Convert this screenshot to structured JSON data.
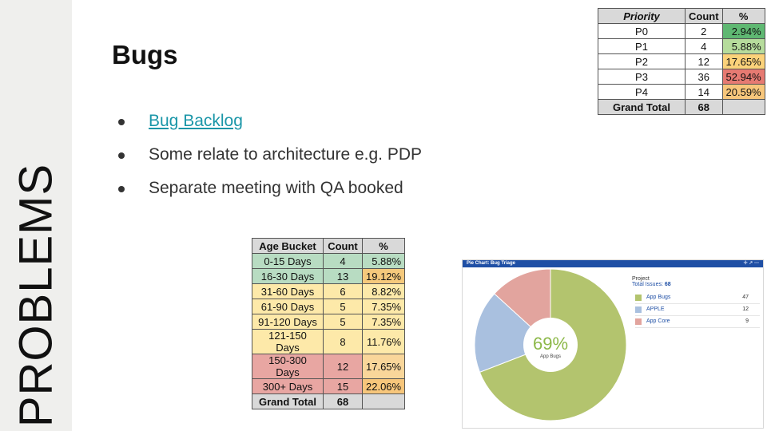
{
  "sidebar": {
    "label": "PROBLEMS"
  },
  "slide": {
    "title": "Bugs",
    "bullets": [
      {
        "text": "Bug Backlog",
        "link": true
      },
      {
        "text": "Some relate to architecture e.g. PDP",
        "link": false
      },
      {
        "text": "Separate meeting with QA booked",
        "link": false
      }
    ]
  },
  "priority_table": {
    "headers": [
      "Priority",
      "Count",
      "%"
    ],
    "rows": [
      {
        "label": "P0",
        "count": "2",
        "pct": "2.94%",
        "color": "#5fb872"
      },
      {
        "label": "P1",
        "count": "4",
        "pct": "5.88%",
        "color": "#b6dc9c"
      },
      {
        "label": "P2",
        "count": "12",
        "pct": "17.65%",
        "color": "#fbd27a"
      },
      {
        "label": "P3",
        "count": "36",
        "pct": "52.94%",
        "color": "#e67a72"
      },
      {
        "label": "P4",
        "count": "14",
        "pct": "20.59%",
        "color": "#f7c67b"
      }
    ],
    "total": {
      "label": "Grand Total",
      "count": "68",
      "pct": ""
    }
  },
  "age_table": {
    "headers": [
      "Age Bucket",
      "Count",
      "%"
    ],
    "rows": [
      {
        "label": "0-15 Days",
        "count": "4",
        "pct": "5.88%",
        "color": "#b8dcc2"
      },
      {
        "label": "16-30 Days",
        "count": "13",
        "pct": "19.12%",
        "color": "#b8dcc2",
        "pct_color": "#f5c97c"
      },
      {
        "label": "31-60 Days",
        "count": "6",
        "pct": "8.82%",
        "color": "#fde9a9"
      },
      {
        "label": "61-90 Days",
        "count": "5",
        "pct": "7.35%",
        "color": "#fde9a9"
      },
      {
        "label": "91-120 Days",
        "count": "5",
        "pct": "7.35%",
        "color": "#fde9a9"
      },
      {
        "label": "121-150 Days",
        "count": "8",
        "pct": "11.76%",
        "color": "#fde9a9"
      },
      {
        "label": "150-300 Days",
        "count": "12",
        "pct": "17.65%",
        "color": "#e8a6a2",
        "pct_color": "#f9d69a"
      },
      {
        "label": "300+ Days",
        "count": "15",
        "pct": "22.06%",
        "color": "#e8a6a2",
        "pct_color": "#f7c67b"
      }
    ],
    "total": {
      "label": "Grand Total",
      "count": "68",
      "pct": ""
    }
  },
  "pie_panel": {
    "title": "Pie Chart: Bug Triage",
    "controls": "✛ ↗ ⋯",
    "center_pct": "69%",
    "center_label": "App Bugs",
    "project_label": "Project",
    "total_label": "Total Issues:",
    "total_value": "68"
  },
  "chart_data": {
    "type": "pie",
    "donut": true,
    "categories": [
      "App Bugs",
      "APPLE",
      "App Core"
    ],
    "values": [
      47,
      12,
      9
    ],
    "colors": [
      "#b3c46e",
      "#a9c0df",
      "#e2a49e"
    ]
  }
}
